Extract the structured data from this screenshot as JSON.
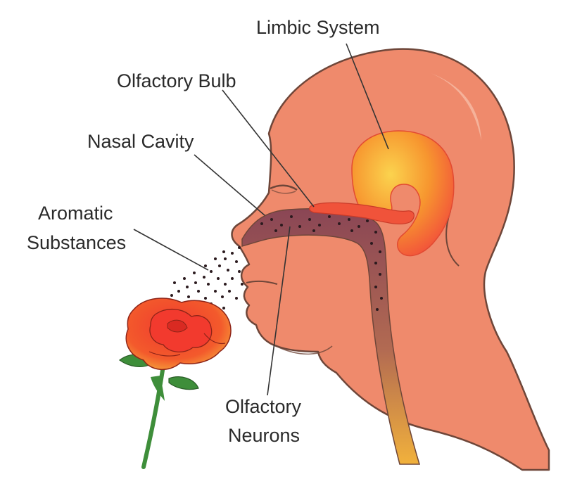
{
  "diagram": {
    "labels": {
      "limbic_system": "Limbic System",
      "olfactory_bulb": "Olfactory Bulb",
      "nasal_cavity": "Nasal Cavity",
      "aromatic_substances_line1": "Aromatic",
      "aromatic_substances_line2": "Substances",
      "olfactory_neurons_line1": "Olfactory",
      "olfactory_neurons_line2": "Neurons"
    },
    "colors": {
      "skin": "#EF8A6C",
      "outline": "#6E4639",
      "limbic_core": "#F9C146",
      "limbic_edge": "#F25B3A",
      "nasal_passage": "#8A4655",
      "rose_petal": "#F03A2E",
      "leaf": "#3E8E3A"
    }
  }
}
